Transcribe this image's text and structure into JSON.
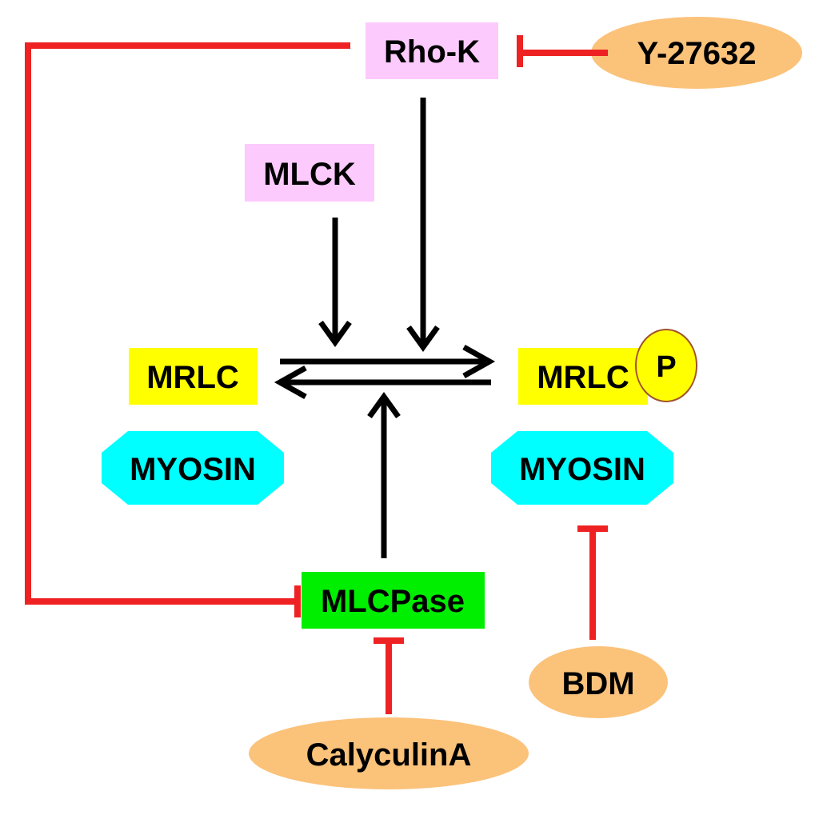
{
  "nodes": {
    "rho_k": "Rho-K",
    "y27632": "Y-27632",
    "mlck": "MLCK",
    "mrlc_left": "MRLC",
    "mrlc_right": "MRLC",
    "phospho": "P",
    "myosin_left": "MYOSIN",
    "myosin_right": "MYOSIN",
    "mlcpase": "MLCPase",
    "bdm": "BDM",
    "calyculin": "CalyculinA"
  },
  "colors": {
    "kinase_box": "#fccafc",
    "mrlc_box": "#ffff00",
    "myosin_box": "#00ffff",
    "phosphatase_box": "#00ee00",
    "inhibitor_oval": "#fbc27a",
    "phospho_circle": "#ffff00",
    "inhibition_line": "#ee2222",
    "activation_arrow": "#000000"
  }
}
